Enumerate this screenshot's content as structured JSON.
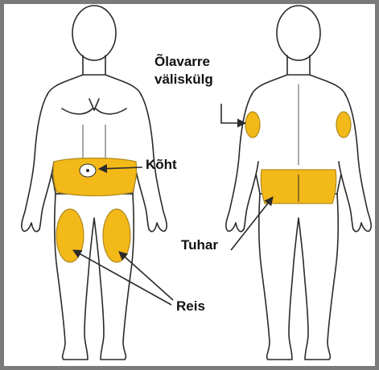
{
  "labels": {
    "upper_arm_line1": "Õlavarre",
    "upper_arm_line2": "väliskülg",
    "abdomen": "Kõht",
    "buttocks": "Tuhar",
    "thigh": "Reis"
  },
  "colors": {
    "zone_fill": "#f3b918",
    "zone_stroke": "#b08a20",
    "body_stroke": "#2a2a2a",
    "frame": "#7a7a7a",
    "text": "#111111"
  },
  "figures": [
    "front-view",
    "back-view"
  ]
}
